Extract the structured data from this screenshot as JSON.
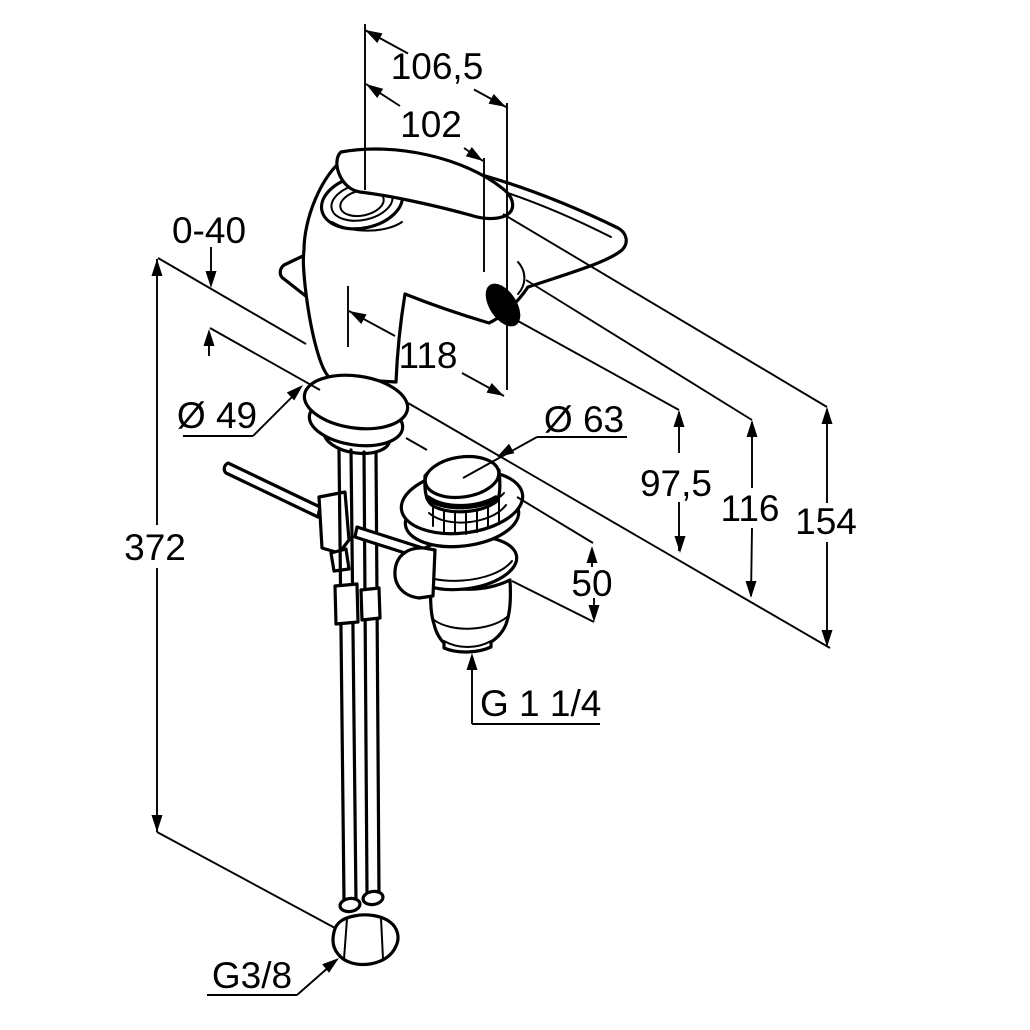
{
  "drawing": {
    "type": "technical-dimension-drawing",
    "subject": "single-lever bidet mixer faucet with pop-up waste",
    "line_color": "#000000",
    "background_color": "#ffffff",
    "units": "mm",
    "labels": {
      "overall_projection": "106,5",
      "spout_projection": "102",
      "deck_thickness_range": "0-40",
      "spout_reach": "118",
      "base_diameter": "Ø 49",
      "drain_flange_diameter": "Ø 63",
      "outlet_height": "97,5",
      "body_height": "116",
      "total_height": "154",
      "hose_length": "372",
      "drain_clearance": "50",
      "drain_thread": "G 1 1/4",
      "hose_thread": "G3/8"
    }
  }
}
